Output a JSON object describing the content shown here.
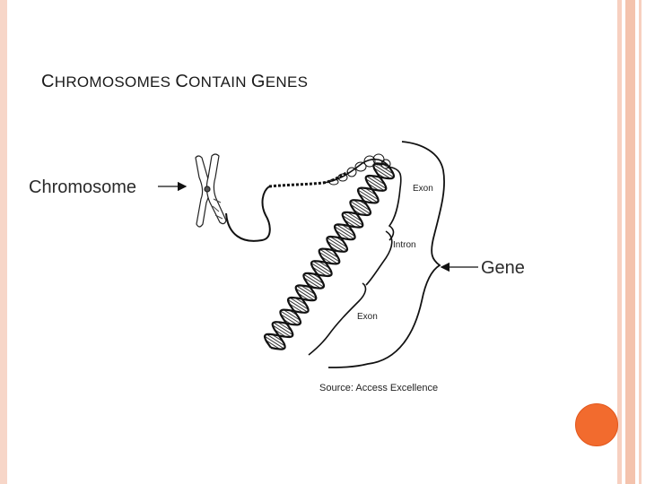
{
  "slide": {
    "title_parts": [
      {
        "text": "C",
        "size": "big"
      },
      {
        "text": "HROMOSOMES ",
        "size": "small"
      },
      {
        "text": "C",
        "size": "big"
      },
      {
        "text": "ONTAIN ",
        "size": "small"
      },
      {
        "text": "G",
        "size": "big"
      },
      {
        "text": "ENES",
        "size": "small"
      }
    ]
  },
  "diagram": {
    "label_chromosome": "Chromosome",
    "label_gene": "Gene",
    "label_exon_top": "Exon",
    "label_intron": "Intron",
    "label_exon_bottom": "Exon"
  },
  "source": "Source: Access Excellence",
  "colors": {
    "accent": "#f26b2e",
    "frame": "#f4c3ad"
  }
}
